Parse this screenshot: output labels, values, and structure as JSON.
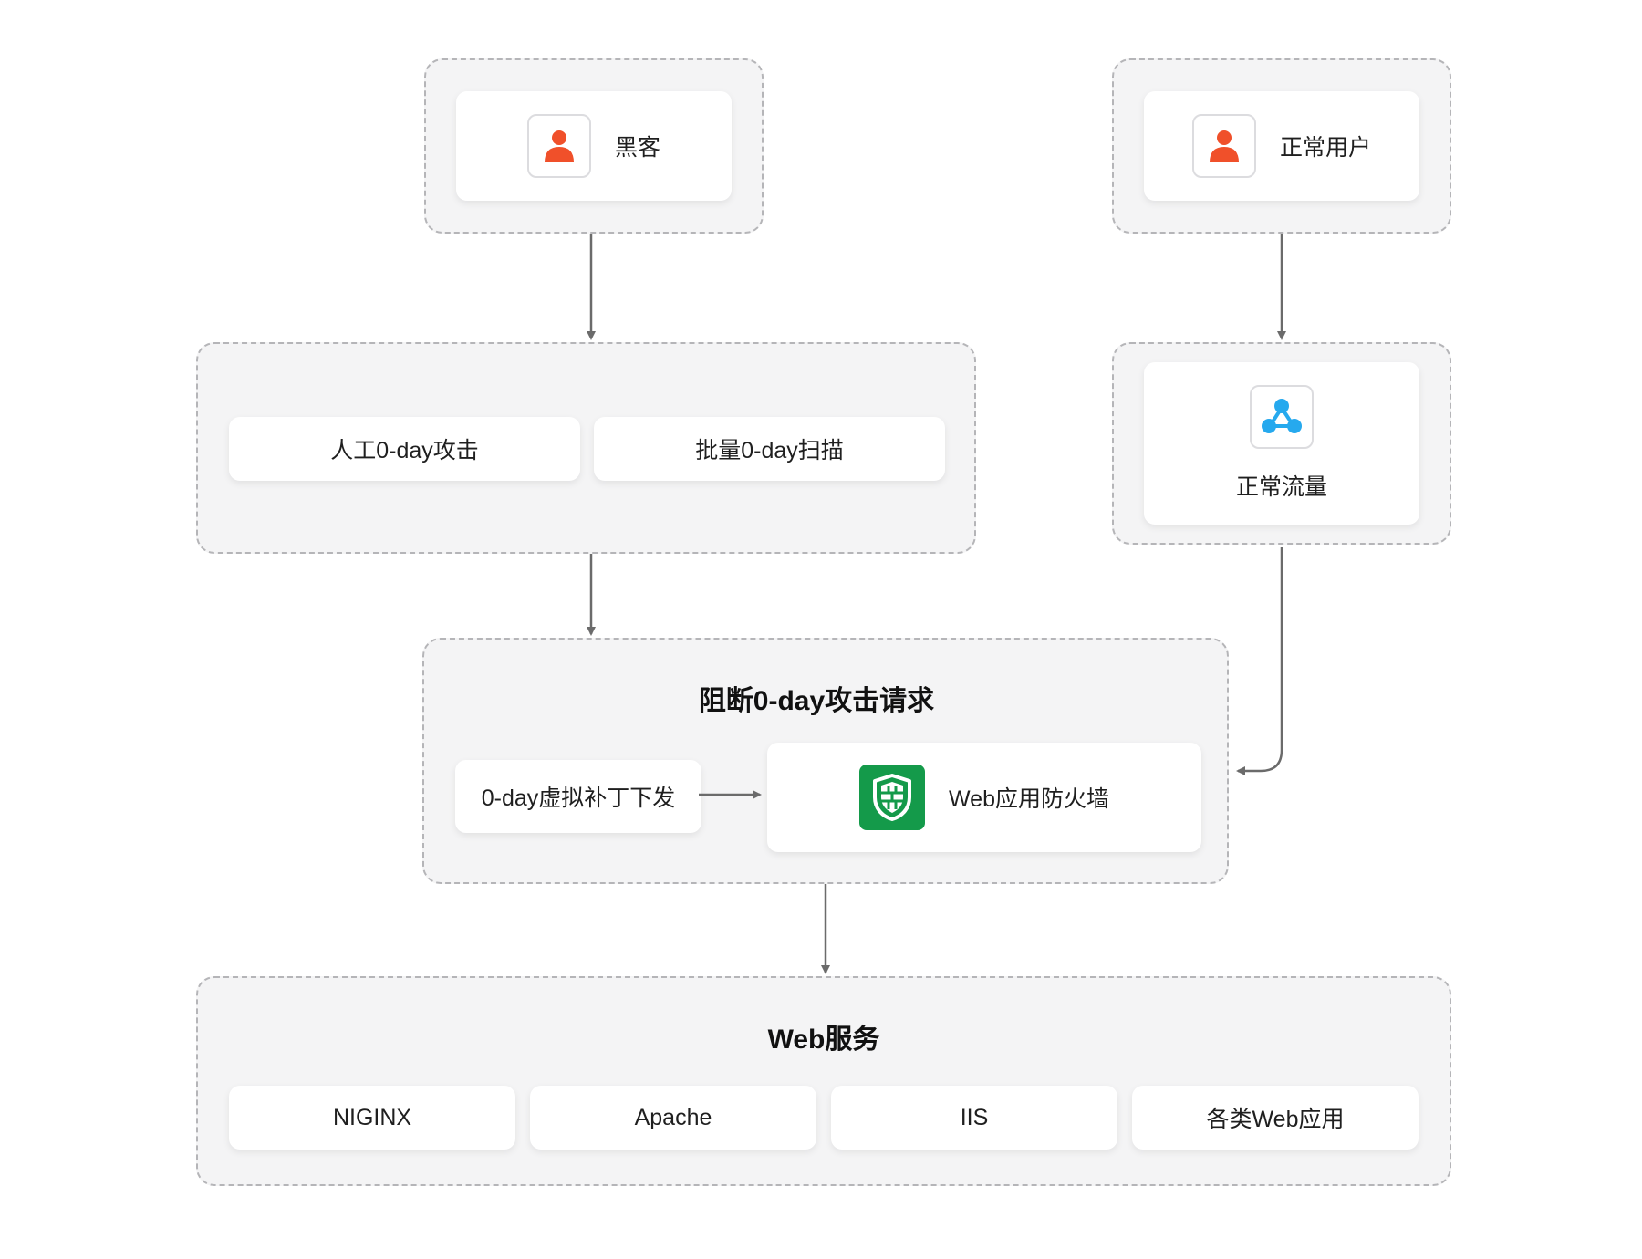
{
  "hacker": {
    "label": "黑客"
  },
  "normal_user": {
    "label": "正常用户"
  },
  "attacks": {
    "items": [
      "人工0-day攻击",
      "批量0-day扫描"
    ]
  },
  "normal_traffic": {
    "label": "正常流量"
  },
  "block": {
    "title": "阻断0-day攻击请求",
    "patch_label": "0-day虚拟补丁下发",
    "waf_label": "Web应用防火墙"
  },
  "web_services": {
    "title": "Web服务",
    "items": [
      "NIGINX",
      "Apache",
      "IIS",
      "各类Web应用"
    ]
  },
  "colors": {
    "user_icon": "#f0502a",
    "traffic_icon": "#26a9ee",
    "shield_bg": "#149a4a",
    "arrow": "#6b6b6b"
  },
  "icons": {
    "hacker": "user-icon",
    "normal_user": "user-icon",
    "traffic": "network-nodes-icon",
    "waf": "shield-firewall-icon"
  }
}
